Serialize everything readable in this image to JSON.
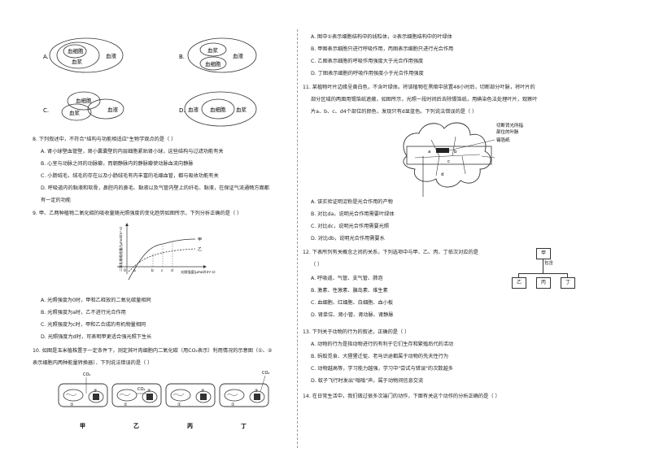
{
  "venn": {
    "A": {
      "letter": "A.",
      "inner": "血细胞",
      "mid": "血浆",
      "outer": "血液"
    },
    "B": {
      "letter": "B.",
      "top": "血浆",
      "bottom": "血细胞",
      "right": "血液"
    },
    "C": {
      "letter": "C.",
      "left": "血细胞",
      "bottom": "血浆",
      "right": "血液"
    },
    "D": {
      "letter": "D.",
      "left": "血液",
      "mid": "血细胞",
      "right": "血浆"
    }
  },
  "q8": {
    "stem": "8.  下列叙述中，不符合\"结构与功能相适应\"生物学观点的是（      ）",
    "opts": [
      "A.  肾小球壁血管壁，肾小囊囊壁的内层细胞紧贴肾小球，这些结构与过滤功能有关",
      "B.  心室与动脉之间的动脉瓣，而朝静脉内的静脉瓣使动脉血流向静脉",
      "C.  小肠绒毛，绒毛的存在以及小肠绒毛有内丰富的毛细血管，都与吸收功能有关",
      "D.  呼吸道内的黏液和软骨，鼻腔内的鼻毛、黏液以及气管内壁上的纤毛、黏液，在保证气流通畅方面都",
      "有一定的功能"
    ]
  },
  "q9": {
    "stem": "9.    甲、乙两种植物二氧化碳的吸收量随光照强度的变化趋势如图所示，下列分析正确的是（      ）",
    "opts": [
      "A.  光照强度为0时，甲和乙释放的二氧化碳量相同",
      "B.  光照强度为a时，乙不进行光合作用",
      "C.  光照强度为c时，甲和乙合成的有机物量相同",
      "D.  光照强度为d时，可表明甲更适合强光照下生长"
    ]
  },
  "chart": {
    "ylabel": "二氧化碳吸收量/(μmol/m²·s)",
    "xlabel": "光照强度/μmol/(m²·s)",
    "ticks": [
      "0",
      "a",
      "b",
      "c",
      "d"
    ],
    "series": [
      "甲",
      "乙"
    ]
  },
  "q10": {
    "stem": "10.  如图是玉米植株置于一定条件下，测定其叶肉细胞内二氧化碳（用CO₂表示）利用情况的示意图（①、②",
    "stem2": "表示细胞内两种能量转换器）．下列说法错误的是（      ）",
    "co2": "CO₂",
    "n1": "①",
    "n2": "②",
    "labels": [
      "甲",
      "乙",
      "丙",
      "丁"
    ]
  },
  "right_top": [
    "A.  图中①表示细胞结构中的线粒体，②表示细胞结构中的叶绿体",
    "B.  甲图表示细胞只进行呼吸作用，丙图表示细胞只进行光合作用",
    "C.  乙图表示细胞的呼吸作用强度大于光合作用强度",
    "D.  丁图表示细胞的呼吸作用强度小于光合作用强度"
  ],
  "q11": {
    "stem": "11.  某植物叶片边缘呈黄白色，不含叶绿体。将该植物在黑暗中放置48小时后，切断部分叶脉，将叶片的",
    "stem2": "部分区域的两面用锡箔纸遮蔽，如图所示，光照一段时间后去除锡箔纸，用碘染色法处理叶片，观察叶",
    "stem3": "片a、b、c、d4个部位的颜色，发现只有d显蓝色。下列说法错误的是（      ）",
    "label1": "切断背光所指",
    "label2": "部位的叶脉",
    "label3": "锡箔纸",
    "leaf_letters": [
      "a",
      "b",
      "c",
      "d"
    ],
    "opts": [
      "A.  该实验证明淀粉是光合作用的产物",
      "B.  对比da，说明光合作用需要叶绿体",
      "C.  对比dc，说明光合作用需要光照",
      "D.  对比db，说明光合作用需要水"
    ]
  },
  "q12": {
    "stem": "12.  下表所列有关概念之间的关系，下列选项中与甲、乙、丙、丁依次对应的是",
    "stem2": "（      ）",
    "tree": {
      "root": "甲",
      "link": "包含",
      "kids": [
        "乙",
        "丙",
        "丁"
      ]
    },
    "opts": [
      "A.  呼吸道、气管、支气管、肺泡",
      "B.  激素、性激素、胰岛素、维生素",
      "C.  血细胞、红细胞、白细胞、血小板",
      "D.  肾单位、肾小管、肾动脉、肾静脉"
    ]
  },
  "q13": {
    "stem": "13.  下列关于动物的行为的叙述，正确的是（      ）",
    "opts": [
      "A.  动物的行为是指动物进行的有利于它们生存和繁殖后代的活动",
      "B.  蚂蚁觅食、大猩猩迁徙、老马识途都属于动物的先天性行为",
      "C.  动物越高等，学习能力越强，学习中\"尝试与错误\"的次数越多",
      "D.  蚊子飞行时发出\"嗡嗡\"声，属于动物间信息交流"
    ]
  },
  "q14": {
    "stem": "14.  在日常生活中，我们做过很多次端门的动作，下面有关这个动作的分析正确的是（      ）"
  }
}
